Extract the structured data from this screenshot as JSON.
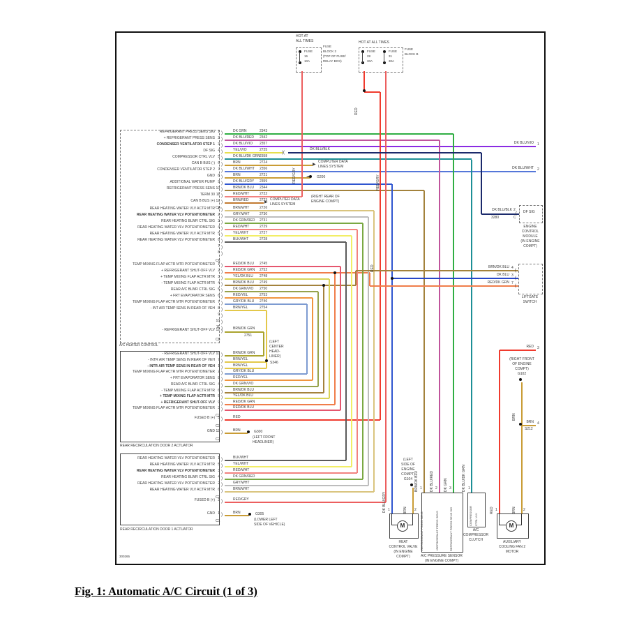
{
  "diagram": {
    "caption": "Fig. 1: Automatic A/C Circuit (1 of 3)",
    "footer_code": "300265"
  },
  "wire_colors": {
    "DK GRN": "#2fae43",
    "DK BLU/RED": "#c0549c",
    "DK BLU/VIO": "#8a2be2",
    "YEL/VIO": "#e6df4e",
    "DK BLU/BLK": "#1b2a6b",
    "DK BLU/DK GRN": "#1d8f96",
    "BRN": "#c99c35",
    "DK BLU/WHT": "#5577d9",
    "DK BLU/GRY": "#2f55cf",
    "BRN/DK BLU": "#a3823c",
    "RED/WHT": "#f2827f",
    "BRN/RED": "#c17a30",
    "BRN/WHT": "#d9c47e",
    "GRY/WHT": "#bdbdbd",
    "DK GRN/RED": "#7aa843",
    "YEL/WHT": "#f2ee66",
    "BLK/WHT": "#5a5a5a",
    "RED/DK BLU": "#e5566e",
    "RED/DK GRN": "#f07d4a",
    "YEL/DK BLU": "#d9d457",
    "DK GRN/VIO": "#97a24b",
    "RED/YEL": "#f0953f",
    "GRY/DK BLU": "#7d9bd1",
    "BRN/YEL": "#e3c84a",
    "BRN/DK GRN": "#aaa32e",
    "RED": "#f03b2e",
    "RED/GRY": "#ec5f5f",
    "DK BLU": "#2746c8"
  },
  "fuse_block_2": {
    "hot_lines": [
      "HOT AT",
      "ALL TIMES"
    ],
    "fuse": {
      "name": "FUSE",
      "number": "16",
      "amps": "10A"
    },
    "block_label_lines": [
      "FUSE",
      "BLOCK 2",
      "(TOP OF FUSE/",
      "RELAY BOX)"
    ],
    "wire": "RED/GRY"
  },
  "fuse_block_b": {
    "hot_label": "HOT AT ALL TIMES",
    "fuses": [
      {
        "name": "FUSE",
        "number": "28",
        "amps": "30A",
        "wire": "RED"
      },
      {
        "name": "FUSE",
        "number": "31",
        "amps": "30A",
        "wire": "RED/GRY"
      }
    ],
    "block_label_lines": [
      "FUSE",
      "BLOCK B"
    ]
  },
  "heater_control": {
    "name": "A/C HEATER CONTROL",
    "connector_ca": {
      "id": "CA",
      "rows": [
        {
          "pin": "1",
          "label": "REFRIGERANT PRESS SENS SIG",
          "color": "DK GRN",
          "code": "2343"
        },
        {
          "pin": "2",
          "label": "+ REFRIGERANT PRESS SENS",
          "color": "DK BLU/RED",
          "code": "2342"
        },
        {
          "pin": "3",
          "label": "CONDENSER VENTILATOR STEP 1",
          "color": "DK BLU/VIO",
          "code": "2357",
          "bold": true
        },
        {
          "pin": "4",
          "label": "DF SIG",
          "color": "YEL/VIO",
          "code": "2725"
        },
        {
          "pin": "5",
          "label": "COMPRESSOR CTRL VLV",
          "color": "DK BLU/DK GRN",
          "code": "2358"
        },
        {
          "pin": "6",
          "label": "CAN B BUS (-)",
          "color": "BRN",
          "code": "2724"
        },
        {
          "pin": "7",
          "label": "CONDENSER VENTILATOR STEP 2",
          "color": "DK BLU/WHT",
          "code": "2356"
        },
        {
          "pin": "8",
          "label": "GND",
          "color": "BRN",
          "code": "2721"
        },
        {
          "pin": "9",
          "label": "ADDITIONAL WATER PUMP",
          "color": "DK BLU/GRY",
          "code": "2359"
        },
        {
          "pin": "10",
          "label": "REFRIGERANT PRESS SENS",
          "color": "BRN/DK BLU",
          "code": "2344"
        },
        {
          "pin": "11",
          "label": "TERM 30",
          "color": "RED/WHT",
          "code": "2722"
        },
        {
          "pin": "12",
          "label": "CAN B BUS (+)",
          "color": "BRN/RED",
          "code": "2723"
        }
      ]
    },
    "connector_c6": {
      "id": "C6",
      "empty_pins": [
        "7",
        "8"
      ],
      "rows": [
        {
          "pin": "1",
          "label": "REAR HEATING WATER VLV ACTR MTR",
          "color": "BRN/WHT",
          "code": "2726"
        },
        {
          "pin": "2",
          "label": "REAR HEATING WATER VLV POTENTIOMETER",
          "color": "GRY/WHT",
          "code": "2730",
          "bold": true
        },
        {
          "pin": "3",
          "label": "REAR HEATING BLWR CTRL SIG",
          "color": "DK GRN/RED",
          "code": "2731"
        },
        {
          "pin": "4",
          "label": "REAR HEATING WATER VLV POTENTIOMETER",
          "color": "RED/WHT",
          "code": "2729"
        },
        {
          "pin": "5",
          "label": "REAR HEATING WATER VLV ACTR MTR",
          "color": "YEL/WHT",
          "code": "2727"
        },
        {
          "pin": "6",
          "label": "REAR HEATING WATER VLV POTENTIOMETER",
          "color": "BLK/WHT",
          "code": "2728"
        }
      ]
    },
    "connector_c8": {
      "id": "C8",
      "empty_pins": [
        "9",
        "10",
        "11"
      ],
      "rows": [
        {
          "pin": "1",
          "label": "TEMP MIXING FLAP ACTR MTR POTENTIOMETER",
          "color": "RED/DK BLU",
          "code": "2745"
        },
        {
          "pin": "2",
          "label": "+ REFRIGERANT SHUT-OFF VLV",
          "color": "RED/DK GRN",
          "code": "2752"
        },
        {
          "pin": "3",
          "label": "+ TEMP MIXING FLAP ACTR MTR",
          "color": "YEL/DK BLU",
          "code": "2748"
        },
        {
          "pin": "4",
          "label": "- TEMP MIXING FLAP ACTR MTR",
          "color": "BRN/DK BLU",
          "code": "2749"
        },
        {
          "pin": "5",
          "label": "REAR A/C BLWR CTRL SIG",
          "color": "DK GRN/VIO",
          "code": "2750"
        },
        {
          "pin": "6",
          "label": "+ FRT EVAPORATOR SENS",
          "color": "RED/YEL",
          "code": "2753"
        },
        {
          "pin": "7",
          "label": "TEMP MIXING FLAP ACTR MTR POTENTIOMETER",
          "color": "GRY/DK BLU",
          "code": "2746"
        },
        {
          "pin": "8",
          "label": "- INT AIR TEMP SENS IN REAR OF VEH",
          "color": "BRN/YEL",
          "code": "2754"
        }
      ],
      "pin12": {
        "pin": "12",
        "label": "- REFRIGERANT SHUT-OFF VLV",
        "color": "BRN/DK GRN",
        "code": "2751"
      }
    }
  },
  "door2_actuator": {
    "name": "REAR RECIRCULATION DOOR 2 ACTUATOR",
    "conn1": "C1",
    "conn3": "C3",
    "conn2": "C2",
    "rows": [
      {
        "pin": "10",
        "label": "- REFRIGERANT SHUT-OFF VLV",
        "color": "BRN/DK GRN"
      },
      {
        "pin": "7",
        "label": "- INTR AIR TEMP SENS IN REAR OF VEH",
        "color": "BRN/YEL"
      },
      {
        "pin": "1",
        "label": "- INTR AIR TEMP SENS IN REAR OF VEH",
        "color": "BRN/YEL",
        "bold": true
      },
      {
        "pin": "2",
        "label": "TEMP MIXING FLAP ACTR MTR POTENTIOMETER",
        "color": "GRY/DK BLU"
      },
      {
        "pin": "8",
        "label": "+ FRT EVAPORATOR SENS",
        "color": "RED/YEL"
      },
      {
        "pin": "4",
        "label": "REAR A/C BLWR CTRL SIG",
        "color": "DK GRN/VIO"
      },
      {
        "pin": "6",
        "label": "- TEMP MIXING FLAP ACTR MTR",
        "color": "BRN/DK BLU"
      },
      {
        "pin": "5",
        "label": "+ TEMP MIXING FLAP ACTR MTR",
        "color": "YEL/DK BLU",
        "bold": true
      },
      {
        "pin": "9",
        "label": "+ REFRIGERANT SHUT-OFF VLV",
        "color": "RED/DK GRN",
        "bold": true
      },
      {
        "pin": "3",
        "label": "TEMP MIXING FLAP ACTR MTR POTENTIOMETER",
        "color": "RED/DK BLU"
      }
    ],
    "fused_row": {
      "pin": "5",
      "label": "FUSED B (+)",
      "color": "RED"
    },
    "gnd_row": {
      "pin": "12",
      "label": "GND",
      "color": "BRN"
    }
  },
  "door1_actuator": {
    "name": "REAR RECIRCULATION DOOR 1 ACTUATOR",
    "conn2": "C2",
    "conn1": "C1",
    "rows": [
      {
        "pin": "1",
        "label": "REAR HEATING WATER VLV POTENTIOMETER",
        "color": "BLK/WHT"
      },
      {
        "pin": "5",
        "label": "REAR HEATING WATER VLV ACTR MTR",
        "color": "YEL/WHT"
      },
      {
        "pin": "3",
        "label": "REAR HEATING WATER VLV POTENTIOMETER",
        "color": "RED/WHT",
        "bold": true
      },
      {
        "pin": "4",
        "label": "REAR HEATING BLWR CTRL SIG",
        "color": "DK GRN/RED"
      },
      {
        "pin": "2",
        "label": "REAR HEATING WATER VLV POTENTIOMETER",
        "color": "GRY/WHT"
      },
      {
        "pin": "6",
        "label": "REAR HEATING WATER VLV ACTR MTR",
        "color": "BRN/WHT"
      }
    ],
    "fused_row": {
      "pin": "2",
      "label": "FUSED B (+)",
      "color": "RED/GRY"
    },
    "gnd_row": {
      "pin": "1",
      "label": "GND",
      "color": "BRN"
    }
  },
  "ecm": {
    "wire": "DK BLU/BLK",
    "pin": "2",
    "code": "3280",
    "conn": "C",
    "signal": "DF SIG",
    "name_lines": [
      "ENGINE",
      "CONTROL",
      "MODULE",
      "(IN ENGINE",
      "COMPT)"
    ]
  },
  "liftgate_switch": {
    "name_lines": [
      "LIFTGATE",
      "SWITCH"
    ],
    "rows": [
      {
        "color": "BRN/DK BLU",
        "pin": "4"
      },
      {
        "color": "DK BLU",
        "pin": "3"
      },
      {
        "color": "RED/DK GRN",
        "pin": "7"
      }
    ]
  },
  "edge_pins": [
    {
      "pin": "1",
      "wire": "DK BLU/VIO"
    },
    {
      "pin": "2",
      "wire": "DK BLU/WHT"
    },
    {
      "pin": "3",
      "wire": "RED"
    },
    {
      "pin": "4",
      "wire": "BRN"
    }
  ],
  "data_link": {
    "lines": [
      "COMPUTER DATA",
      "LINES SYSTEM"
    ]
  },
  "grounds": {
    "g200": {
      "name": "G200",
      "loc_lines": [
        "(RIGHT REAR OF",
        "ENGINE COMPT)"
      ]
    },
    "g300": {
      "name": "G300",
      "loc_lines": [
        "(LEFT FRONT",
        "HEADLINER)"
      ]
    },
    "g305": {
      "name": "G305",
      "loc_lines": [
        "(LOWER LEFT",
        "SIDE OF VEHICLE)"
      ]
    },
    "g104": {
      "name": "G104",
      "loc_lines": [
        "(LEFT",
        "SIDE OF",
        "ENGINE",
        "COMPT)"
      ]
    },
    "g102": {
      "name": "G102",
      "loc_lines": [
        "(RIGHT FRONT",
        "OF ENGINE",
        "COMPT)"
      ]
    }
  },
  "splices": {
    "s346": {
      "name": "S346",
      "loc_lines": [
        "(LEFT",
        "CENTER",
        "HEAD-",
        "LINER)"
      ]
    },
    "s212": {
      "name": "S212"
    }
  },
  "components": {
    "heat_valve": {
      "name_lines": [
        "HEAT",
        "CONTROL VALVE",
        "(IN ENGINE",
        "COMPT)"
      ],
      "pins": [
        "1",
        "2"
      ],
      "wires": [
        "DK BLU/GRY",
        "BRN"
      ],
      "symbol": "M"
    },
    "pressure_sensor": {
      "name_lines": [
        "A/C PRESSURE SENSOR",
        "(IN ENGINE COMPT)"
      ],
      "signals": [
        "-REFRIGERANT PRESS SENS",
        "+REFRIGERANT PRESS SENS",
        "REFRIGERANT PRESS SENS SIG"
      ],
      "pins": [
        "1",
        "2",
        "3"
      ],
      "wires": [
        "BRN/DK BLU",
        "DK BLU/RED",
        "DK GRN"
      ]
    },
    "compressor_clutch": {
      "name_lines": [
        "A/C",
        "COMPRESSOR",
        "CLUTCH"
      ],
      "signal_lines": [
        "COMPRESSOR",
        "CTRL VLV"
      ],
      "pins": [
        "1"
      ],
      "wires": [
        "DK BLU/DK GRN"
      ]
    },
    "cooling_fan": {
      "name_lines": [
        "AUXILIARY",
        "COOLING FAN 2",
        "MOTOR"
      ],
      "pins": [
        "1",
        "2"
      ],
      "wires": [
        "RED",
        "BRN"
      ],
      "symbol": "M"
    }
  },
  "inline_labels": {
    "dk_blu_blk": "DK BLU/BLK"
  }
}
